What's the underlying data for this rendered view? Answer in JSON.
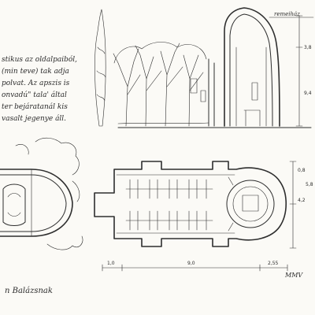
{
  "notes": [
    "stikus az oldalpaiból,",
    "(min teve) tak adja",
    "polvat. Az apszis is",
    "onvadú\" tala' által",
    "ter bejáratanál kis",
    "vasalt jegenye áll."
  ],
  "signature": "n Balázsnak",
  "top_label": "remeiház",
  "dims": {
    "d1": "1,0",
    "d2": "9,0",
    "d3": "2,55",
    "v1": "3,8",
    "v2": "4,2",
    "v3": "5,8",
    "v4": "0,8",
    "v5": "9,4"
  },
  "initials": "MMV"
}
